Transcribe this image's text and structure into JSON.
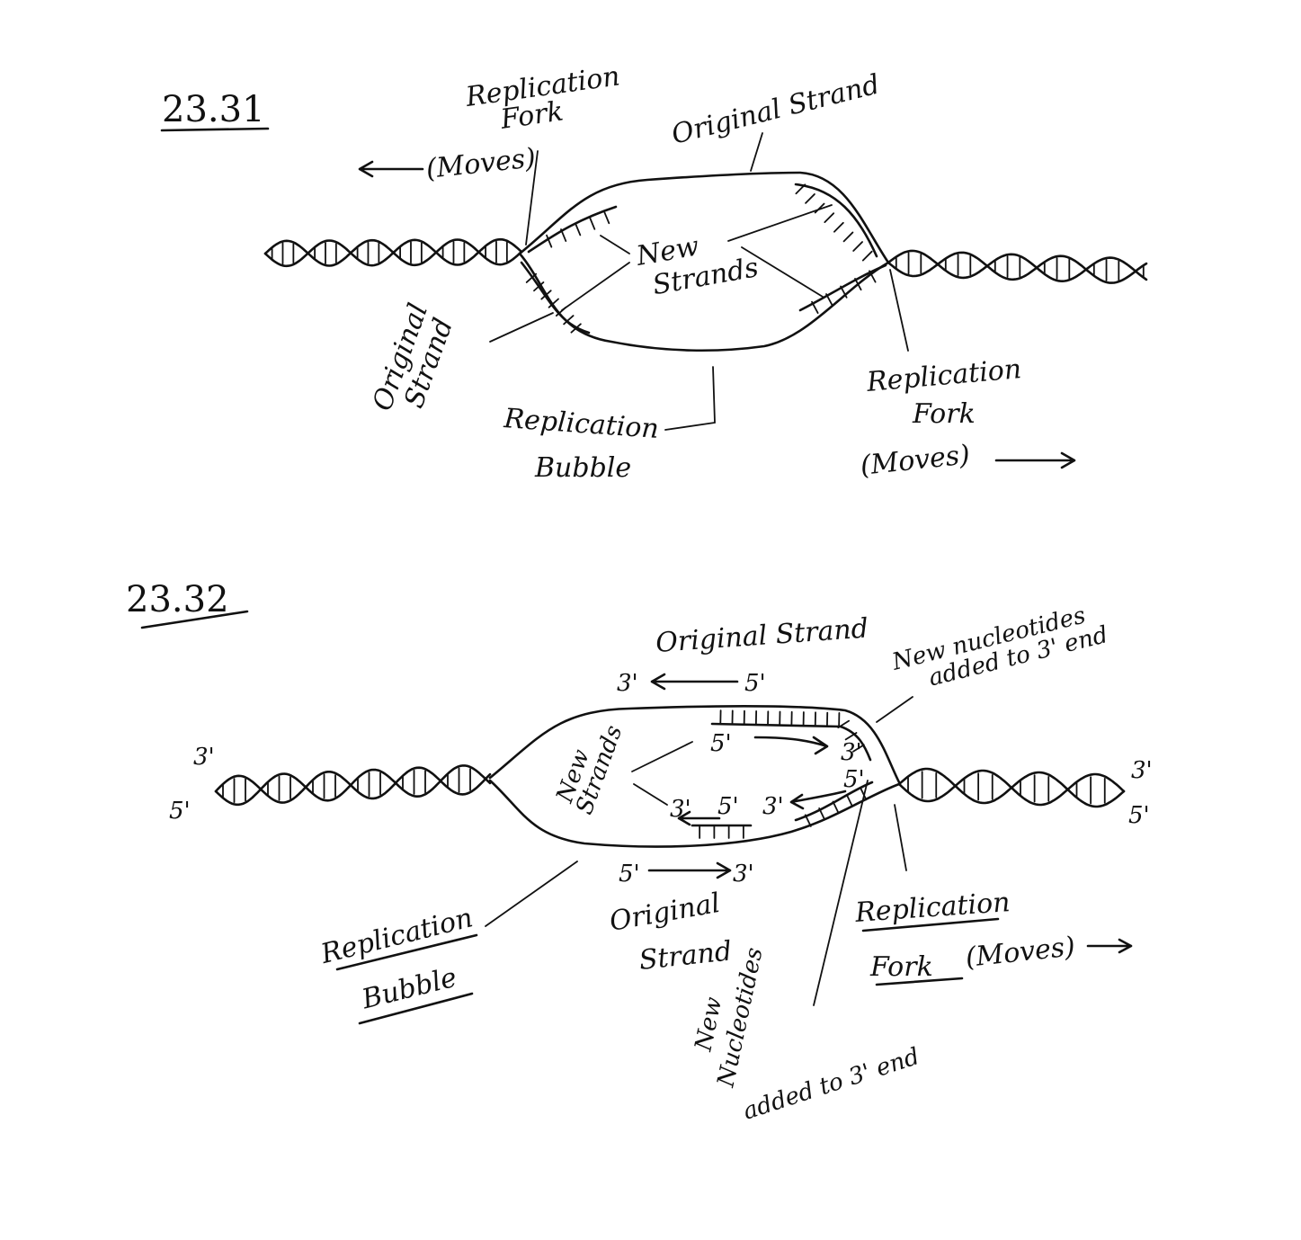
{
  "figure1": {
    "number": "23.31",
    "fork_left_line1": "Replication",
    "fork_left_line2": "Fork",
    "fork_left_moves": "(Moves)",
    "original_strand_top": "Original Strand",
    "new_strands_line1": "New",
    "new_strands_line2": "Strands",
    "original_strand_left_line1": "Original",
    "original_strand_left_line2": "Strand",
    "bubble_line1": "Replication",
    "bubble_line2": "Bubble",
    "fork_right_line1": "Replication",
    "fork_right_line2": "Fork",
    "fork_right_moves": "(Moves)"
  },
  "figure2": {
    "number": "23.32",
    "original_strand_top": "Original Strand",
    "top_3": "3'",
    "top_5": "5'",
    "new_nucleotides_top_line1": "New nucleotides",
    "new_nucleotides_top_line2": "added to 3' end",
    "left_3": "3'",
    "left_5": "5'",
    "right_3": "3'",
    "right_5": "5'",
    "new_strands_line1": "New",
    "new_strands_line2": "Strands",
    "upper_new_5": "5'",
    "upper_new_3": "3'",
    "lower_new_3a": "3'",
    "lower_new_5a": "5'",
    "lower_new_3b": "3'",
    "lower_new_5b": "5'",
    "bottom_5": "5'",
    "bottom_3": "3'",
    "bubble_line1": "Replication",
    "bubble_line2": "Bubble",
    "original_strand_bottom_line1": "Original",
    "original_strand_bottom_line2": "Strand",
    "fork_line1": "Replication",
    "fork_line2": "Fork",
    "fork_moves": "(Moves)",
    "new_nucleotides_bottom_line1": "New",
    "new_nucleotides_bottom_line2": "Nucleotides",
    "new_nucleotides_bottom_line3": "added to 3' end"
  }
}
